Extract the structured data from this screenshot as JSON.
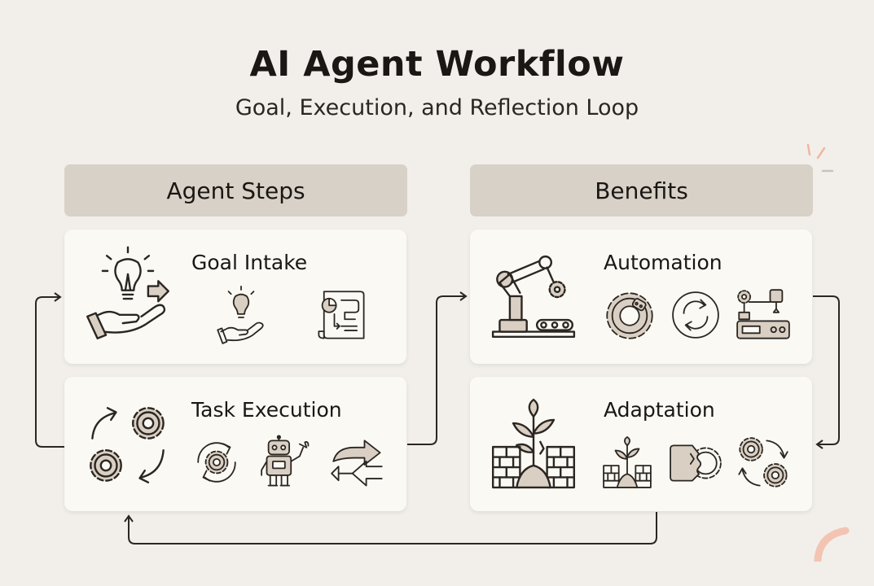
{
  "header": {
    "title": "AI Agent Workflow",
    "subtitle": "Goal, Execution, and Reflection Loop"
  },
  "columns": {
    "left": {
      "title": "Agent Steps"
    },
    "right": {
      "title": "Benefits"
    }
  },
  "cards": {
    "goal_intake": {
      "title": "Goal Intake",
      "icons": [
        "idea-hand-icon",
        "small-idea-hand-icon",
        "plan-document-icon"
      ]
    },
    "task_execution": {
      "title": "Task Execution",
      "icons": [
        "gears-cycle-icon",
        "gear-refresh-icon",
        "robot-wrench-icon",
        "swap-arrows-icon"
      ]
    },
    "automation": {
      "title": "Automation",
      "icons": [
        "robotic-arm-icon",
        "gear-chain-icon",
        "refresh-cycle-icon",
        "assembly-machine-icon"
      ]
    },
    "adaptation": {
      "title": "Adaptation",
      "icons": [
        "plant-wall-icon",
        "small-plant-wall-icon",
        "puzzle-gear-icon",
        "gears-cycle-icon"
      ]
    }
  },
  "colors": {
    "background": "#f2efea",
    "header_band": "#d8d1c7",
    "card": "#fbf9f4",
    "ink": "#2b2622",
    "icon_fill": "#d9cfc3",
    "accent": "#f0b7a3"
  }
}
